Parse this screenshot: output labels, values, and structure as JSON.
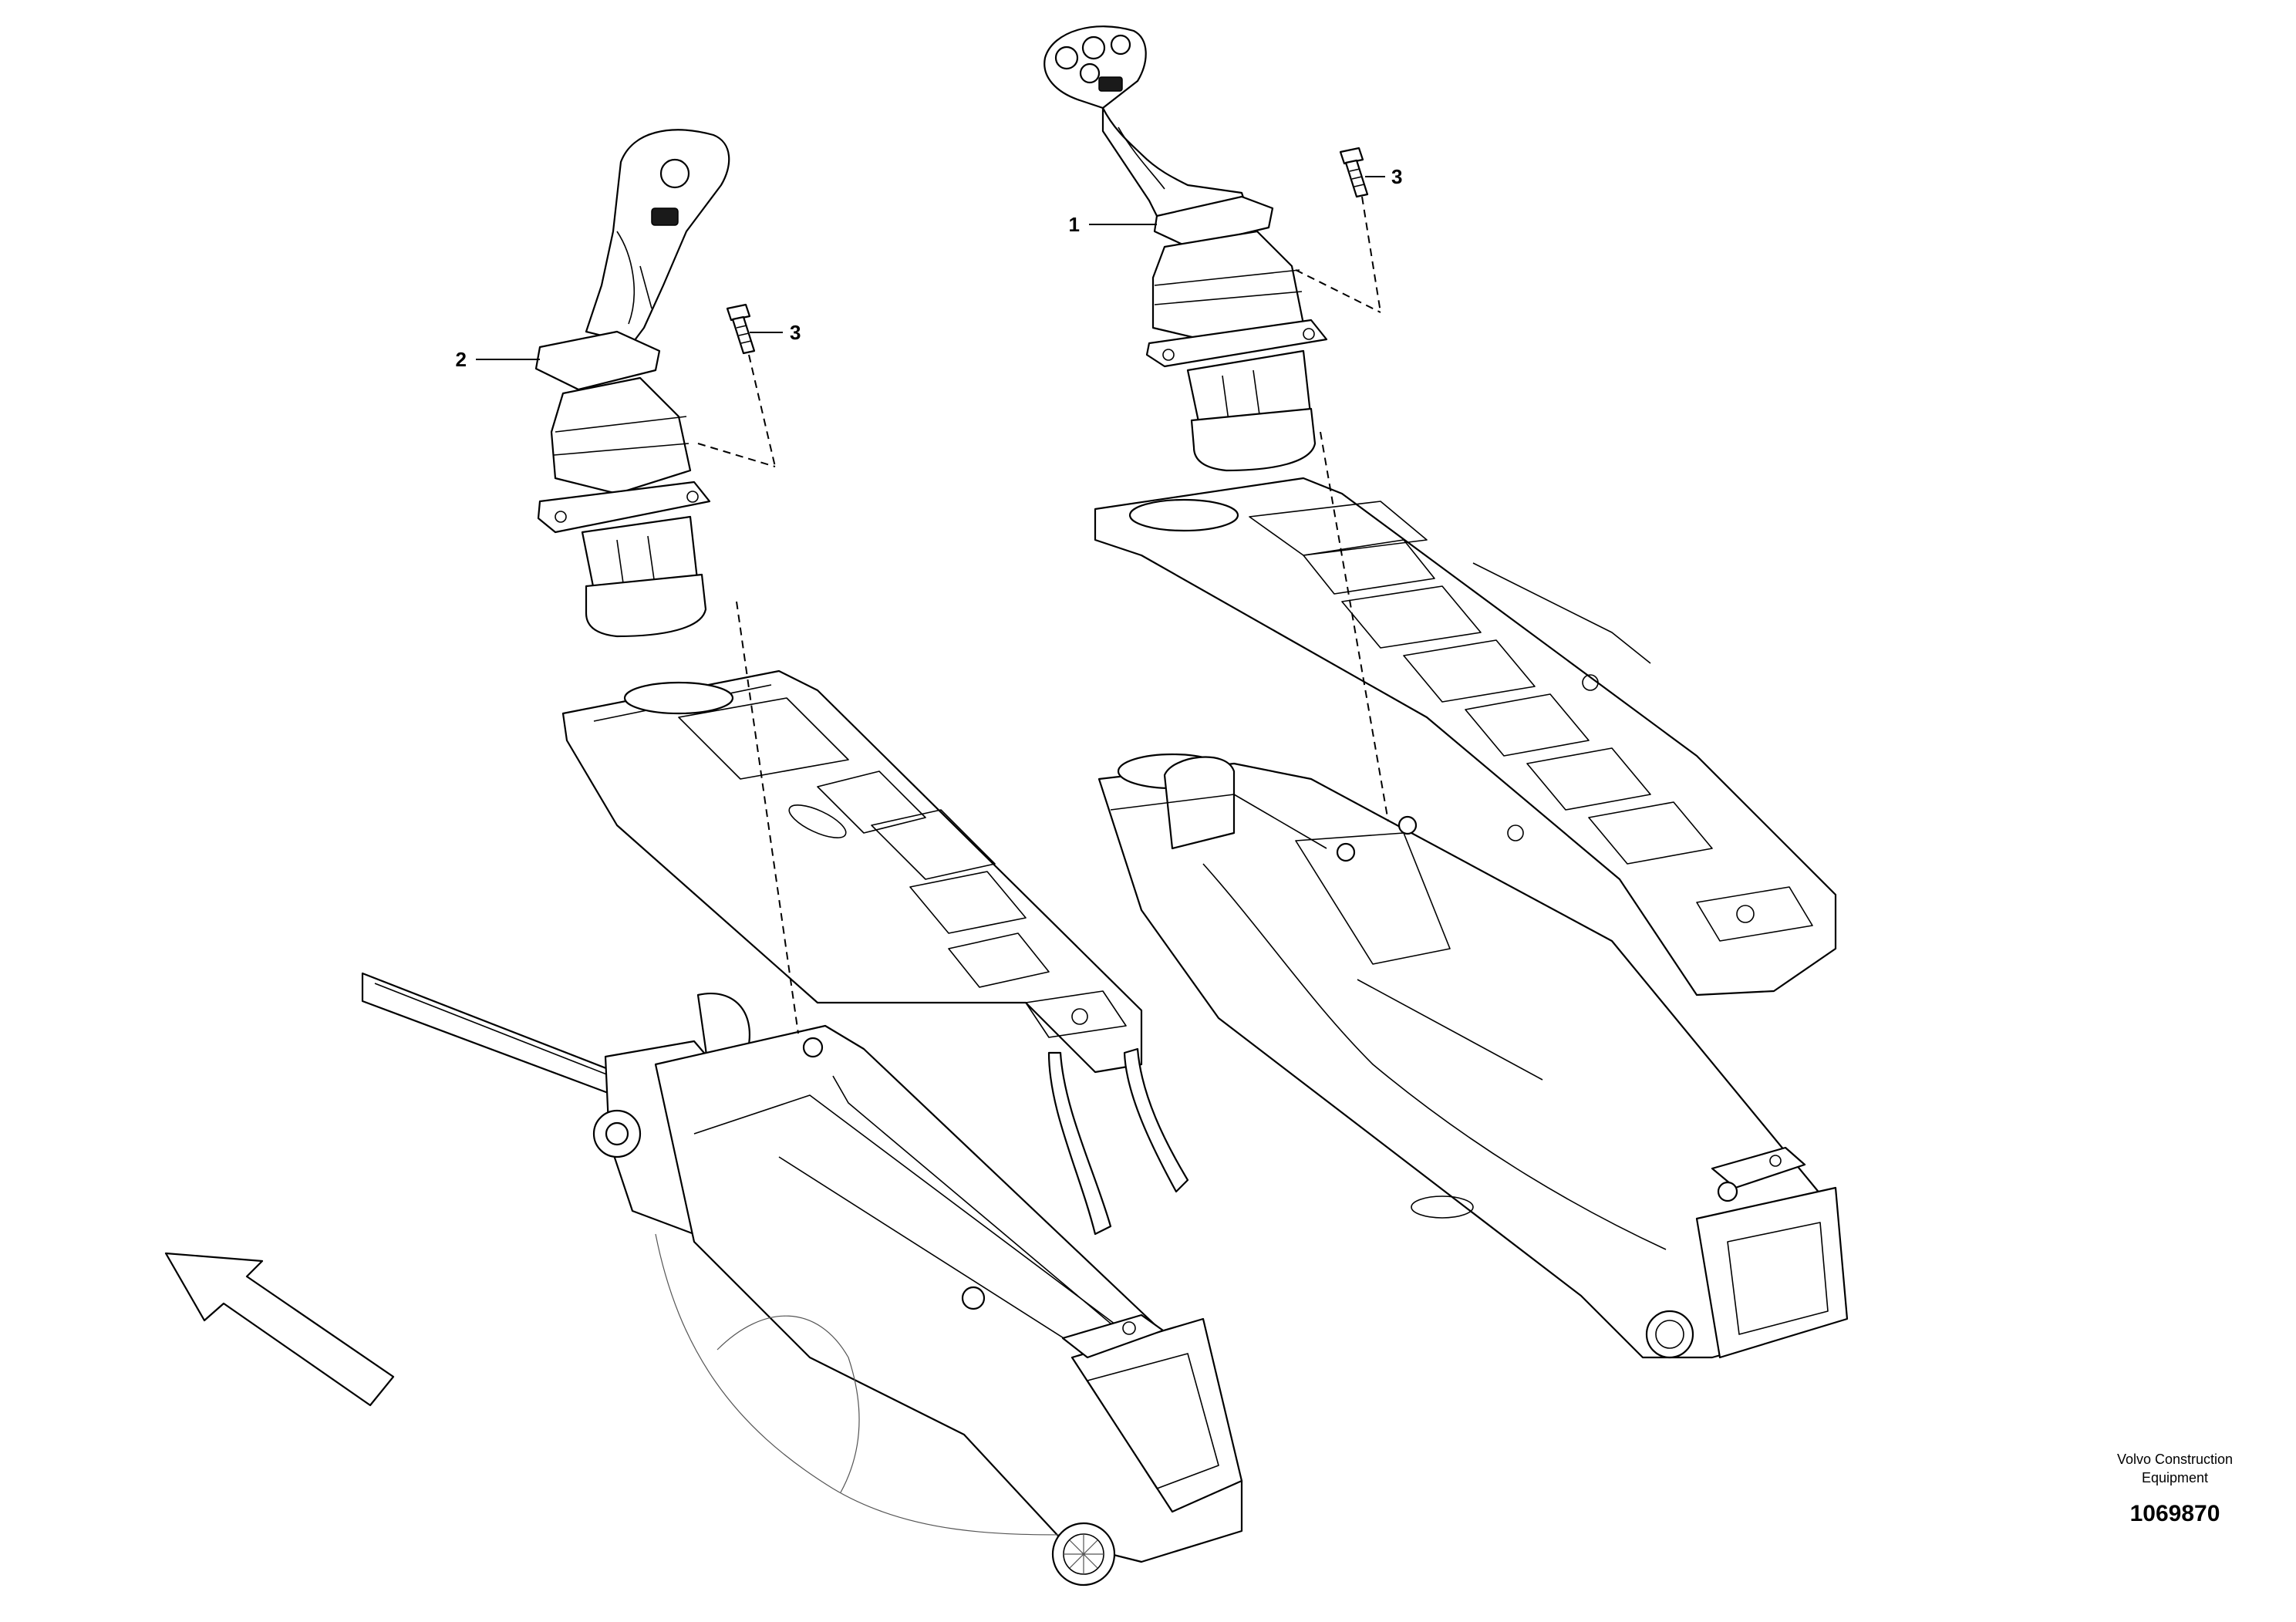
{
  "callouts": [
    {
      "id": "1",
      "label": "1"
    },
    {
      "id": "2",
      "label": "2"
    },
    {
      "id": "3a",
      "label": "3"
    },
    {
      "id": "3b",
      "label": "3"
    }
  ],
  "brand": {
    "line1": "Volvo Construction",
    "line2": "Equipment"
  },
  "document_number": "1069870",
  "icons": {
    "direction_arrow": "direction-arrow-icon"
  }
}
